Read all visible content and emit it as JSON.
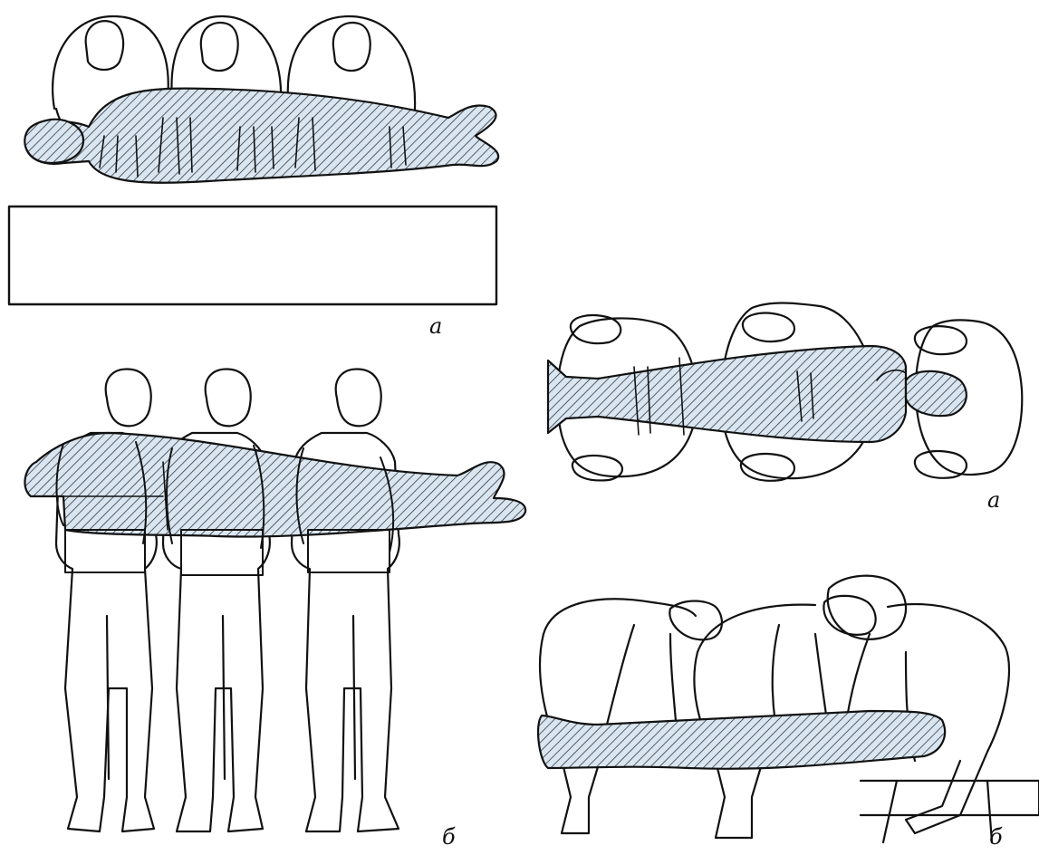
{
  "colors": {
    "ink": "#111111",
    "body_fill": "#d9e6f2",
    "hatch": "#3a3a3a",
    "background": "#ffffff"
  },
  "panels": {
    "top_left": {
      "label": "а",
      "icon": "three-bearers-lifting-patient-top-view-icon"
    },
    "bottom_left": {
      "label": "б",
      "icon": "three-bearers-holding-patient-front-view-icon"
    },
    "top_right": {
      "label": "а",
      "icon": "three-bearers-overhead-view-icon"
    },
    "bottom_right": {
      "label": "б",
      "icon": "three-bearers-lowering-patient-onto-stretcher-icon"
    }
  }
}
